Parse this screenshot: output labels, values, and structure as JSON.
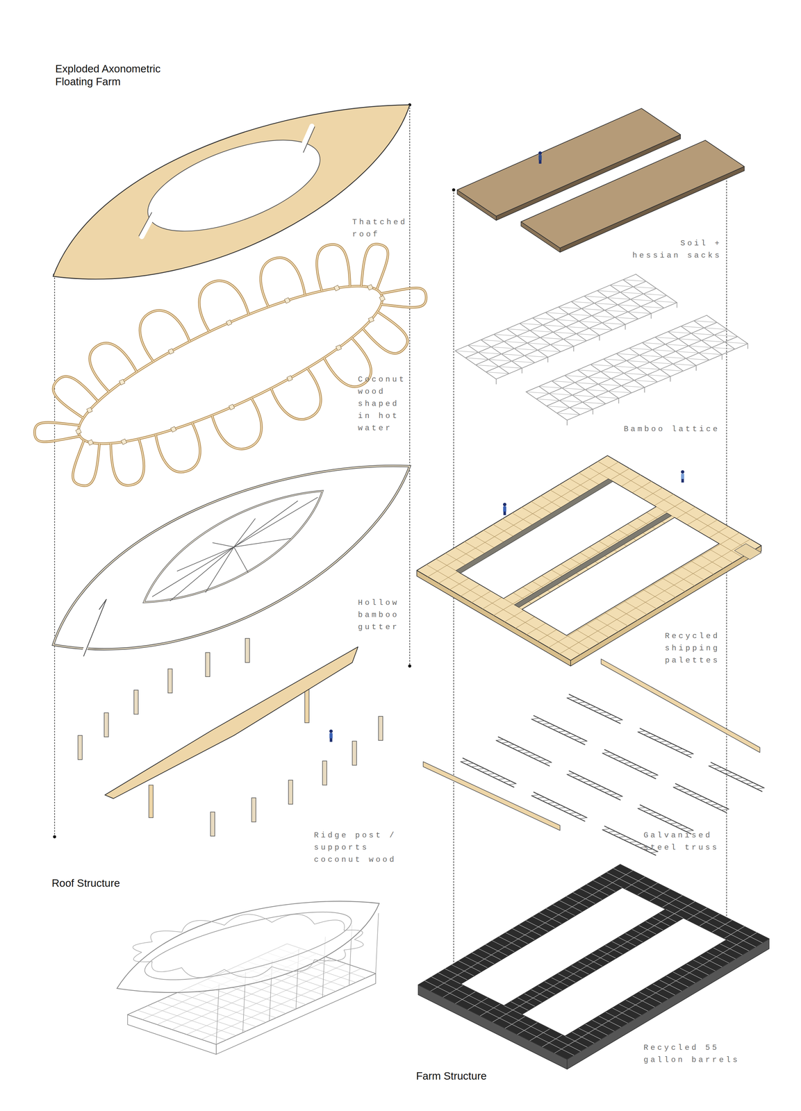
{
  "diagram": {
    "title": "Exploded Axonometric Floating Farm",
    "labels": [
      "Thatched roof",
      "Coconut wood shaped in hot water",
      "Hollow bamboo gutter",
      "Ridge post / supports coconut wood",
      "Roof Structure",
      "Soil + hessian sacks",
      "Bamboo lattice",
      "Recycled shipping palettes",
      "Galvanised steel truss",
      "Recycled 55 gallon barrels",
      "Farm Structure"
    ]
  }
}
